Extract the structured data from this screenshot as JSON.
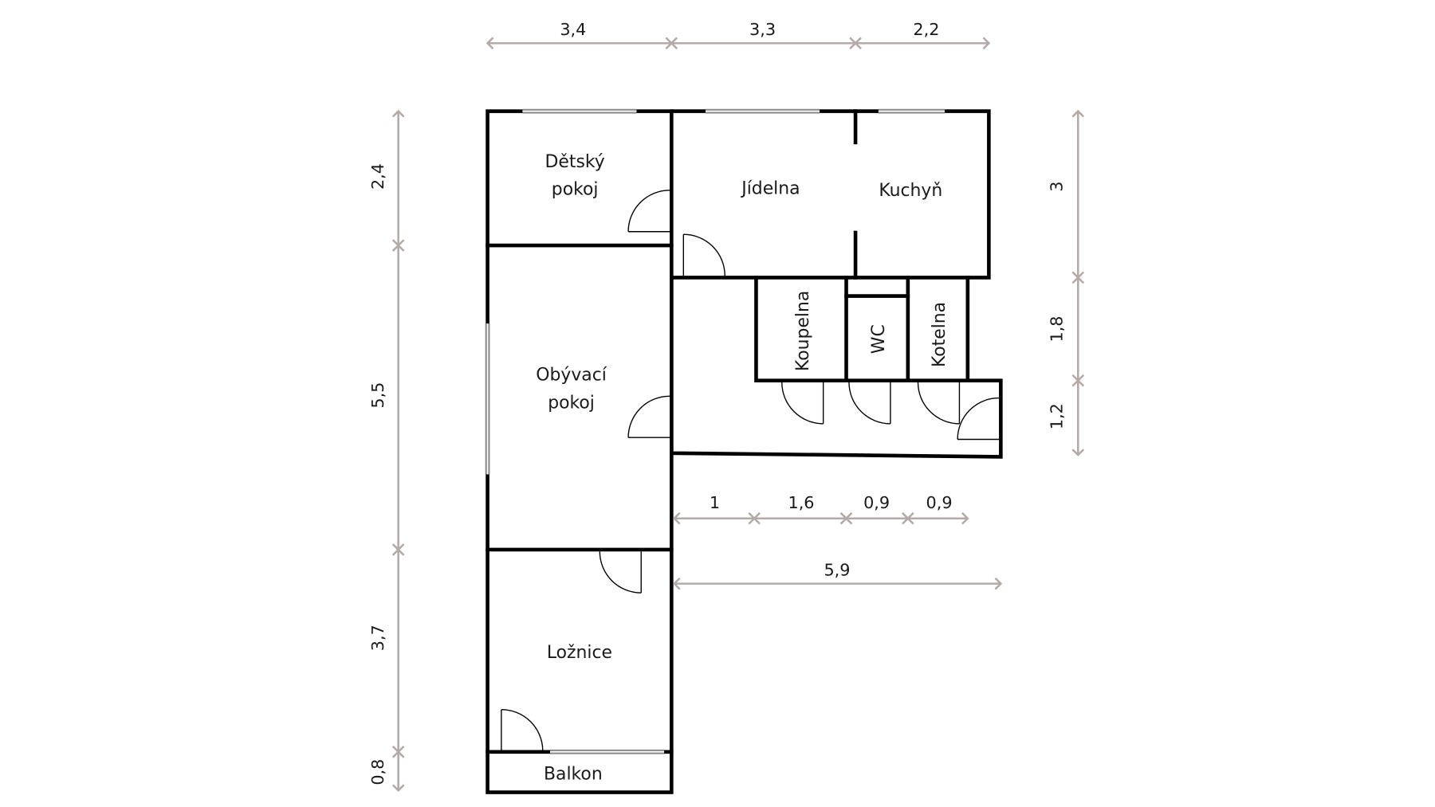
{
  "rooms": {
    "detsky_pokoj": [
      "Dětský",
      "pokoj"
    ],
    "jidelna": "Jídelna",
    "kuchyn": "Kuchyň",
    "koupelna": "Koupelna",
    "wc": "WC",
    "kotelna": "Kotelna",
    "obyvaci_pokoj": [
      "Obývací",
      "pokoj"
    ],
    "loznice": "Ložnice",
    "balkon": "Balkon"
  },
  "dimensions": {
    "top": [
      "3,4",
      "3,3",
      "2,2"
    ],
    "left": [
      "2,4",
      "5,5",
      "3,7",
      "0,8"
    ],
    "right": [
      "3",
      "1,8",
      "1,2"
    ],
    "hall_segments": [
      "1",
      "1,6",
      "0,9",
      "0,9"
    ],
    "hall_total": "5,9"
  },
  "colors": {
    "walls": "#000000",
    "dimension_lines": "#b4aaa7",
    "windows": "#888888"
  }
}
